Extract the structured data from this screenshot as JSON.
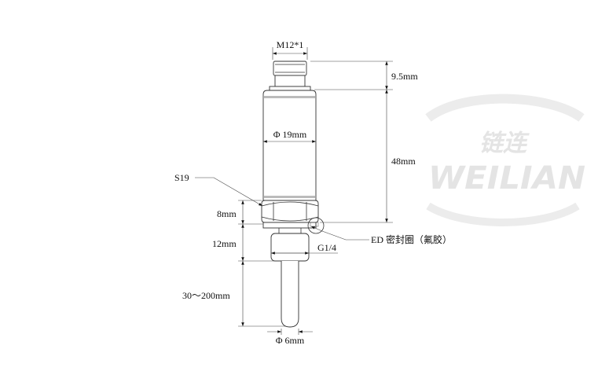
{
  "watermark": {
    "latin": "WEILIAN",
    "chinese": "链连",
    "color": "#e4e4e4"
  },
  "labels": {
    "thread_top": "M12*1",
    "connector_height": "9.5mm",
    "body_diameter": "Φ 19mm",
    "body_length": "48mm",
    "hex": "S19",
    "hex_height": "8mm",
    "thread_length": "12mm",
    "thread": "G1/4",
    "seal": "ED 密封圈（氟胶）",
    "probe_length": "30～200mm",
    "probe_diameter": "Φ 6mm"
  }
}
